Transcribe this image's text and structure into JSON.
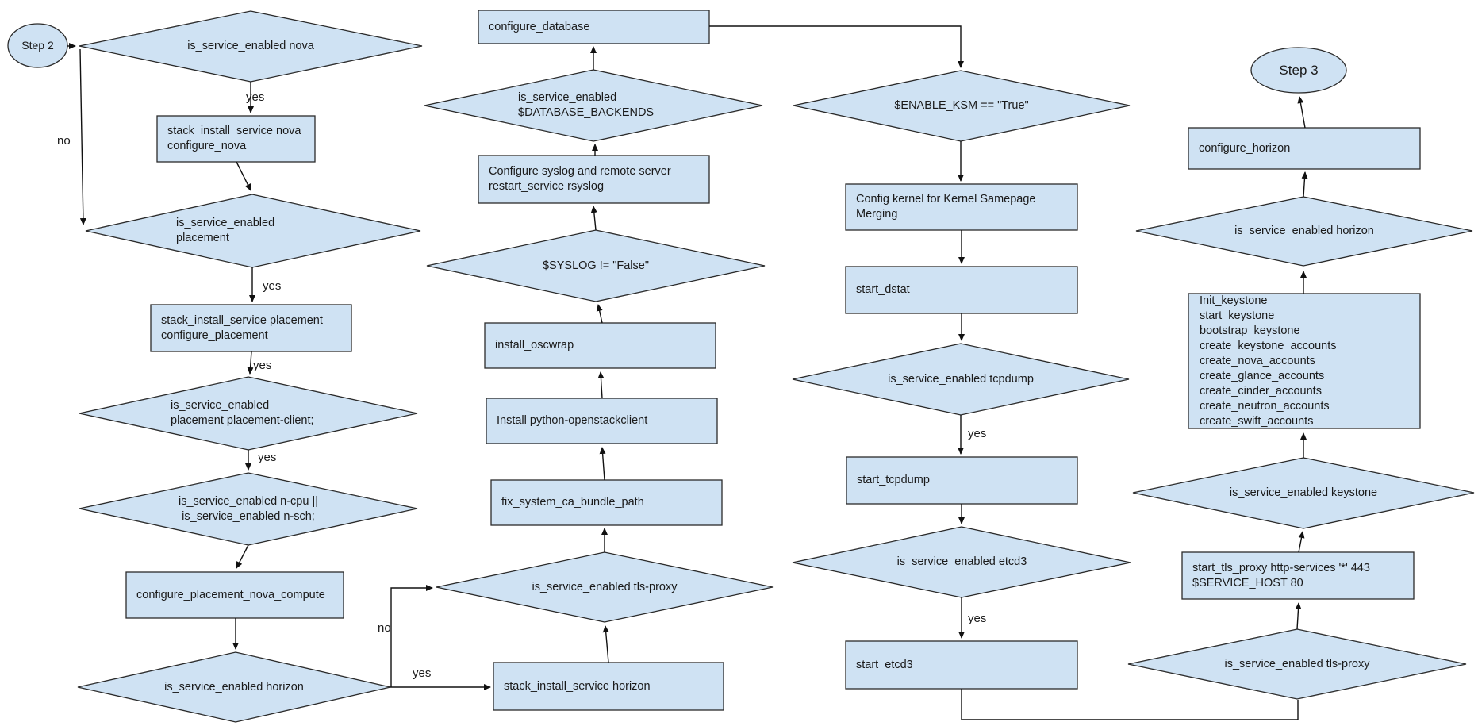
{
  "diagram": {
    "background_color": "#ffffff",
    "shape_fill_color": "#cfe2f3",
    "shape_stroke_color": "#2b2b2b",
    "connector_color": "#111111",
    "text_color": "#1a1a1a"
  },
  "nodes": {
    "step2": {
      "type": "terminator",
      "label": "Step 2"
    },
    "d_nova": {
      "type": "decision",
      "label": "is_service_enabled nova"
    },
    "r_nova": {
      "type": "process",
      "label": "stack_install_service nova\nconfigure_nova"
    },
    "d_placement": {
      "type": "decision",
      "label": "is_service_enabled\nplacement"
    },
    "r_placement": {
      "type": "process",
      "label": "stack_install_service placement\nconfigure_placement"
    },
    "d_pclient": {
      "type": "decision",
      "label": "is_service_enabled\nplacement placement-client;"
    },
    "d_ncpu": {
      "type": "decision",
      "label": "is_service_enabled n-cpu ||\nis_service_enabled n-sch;"
    },
    "r_cpnc": {
      "type": "process",
      "label": "configure_placement_nova_compute"
    },
    "d_horizon1": {
      "type": "decision",
      "label": "is_service_enabled horizon"
    },
    "r_sih": {
      "type": "process",
      "label": "stack_install_service horizon"
    },
    "d_tls2": {
      "type": "decision",
      "label": "is_service_enabled tls-proxy"
    },
    "r_fix": {
      "type": "process",
      "label": "fix_system_ca_bundle_path"
    },
    "r_ipoc": {
      "type": "process",
      "label": "Install python-openstackclient"
    },
    "r_oscwrap": {
      "type": "process",
      "label": "install_oscwrap"
    },
    "d_syslog": {
      "type": "decision",
      "label": "$SYSLOG != \"False\""
    },
    "r_syslog": {
      "type": "process",
      "label": "Configure syslog and remote server\nrestart_service rsyslog"
    },
    "d_db": {
      "type": "decision",
      "label": "is_service_enabled\n$DATABASE_BACKENDS"
    },
    "r_cfgdb": {
      "type": "process",
      "label": "configure_database"
    },
    "d_ksm": {
      "type": "decision",
      "label": "$ENABLE_KSM == \"True\""
    },
    "r_kernel": {
      "type": "process",
      "label": "Config kernel for Kernel Samepage\nMerging"
    },
    "r_dstat": {
      "type": "process",
      "label": "start_dstat"
    },
    "d_tcpdump": {
      "type": "decision",
      "label": "is_service_enabled tcpdump"
    },
    "r_tcpdump": {
      "type": "process",
      "label": "start_tcpdump"
    },
    "d_etcd3": {
      "type": "decision",
      "label": "is_service_enabled etcd3"
    },
    "r_etcd3": {
      "type": "process",
      "label": "start_etcd3"
    },
    "step3": {
      "type": "terminator",
      "label": "Step 3"
    },
    "r_cfgh": {
      "type": "process",
      "label": "configure_horizon"
    },
    "d_horizon4": {
      "type": "decision",
      "label": "is_service_enabled horizon"
    },
    "r_keystone": {
      "type": "process",
      "label": "Init_keystone\nstart_keystone\nbootstrap_keystone\ncreate_keystone_accounts\ncreate_nova_accounts\ncreate_glance_accounts\ncreate_cinder_accounts\ncreate_neutron_accounts\ncreate_swift_accounts"
    },
    "d_keystone": {
      "type": "decision",
      "label": "is_service_enabled keystone"
    },
    "r_stp": {
      "type": "process",
      "label": "start_tls_proxy http-services '*' 443\n$SERVICE_HOST 80"
    },
    "d_tls4": {
      "type": "decision",
      "label": "is_service_enabled tls-proxy"
    }
  },
  "edge_labels": {
    "nova_yes": "yes",
    "nova_no": "no",
    "placement_yes": "yes",
    "placement_install_yes": "yes",
    "pclient_yes": "yes",
    "horizon_yes": "yes",
    "horizon_no": "no",
    "tcpdump_yes": "yes",
    "etcd3_yes": "yes"
  }
}
